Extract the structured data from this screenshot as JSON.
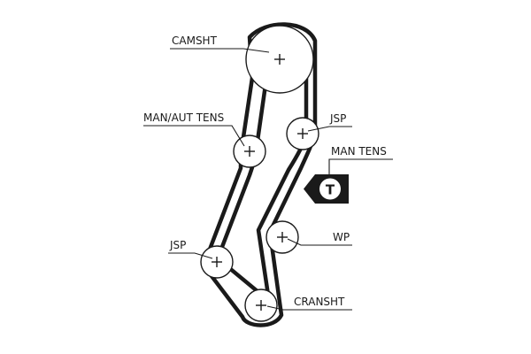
{
  "labels": {
    "camshaft": "CAMSHT",
    "man_aut_tensioner": "MAN/AUT TENS",
    "jsp_upper": "JSP",
    "man_tensioner": "MAN TENS",
    "tensioner_symbol": "T",
    "jsp_lower": "JSP",
    "water_pump": "WP",
    "crankshaft": "CRANSHT"
  },
  "colors": {
    "line": "#1a1a1a",
    "background": "#ffffff"
  }
}
